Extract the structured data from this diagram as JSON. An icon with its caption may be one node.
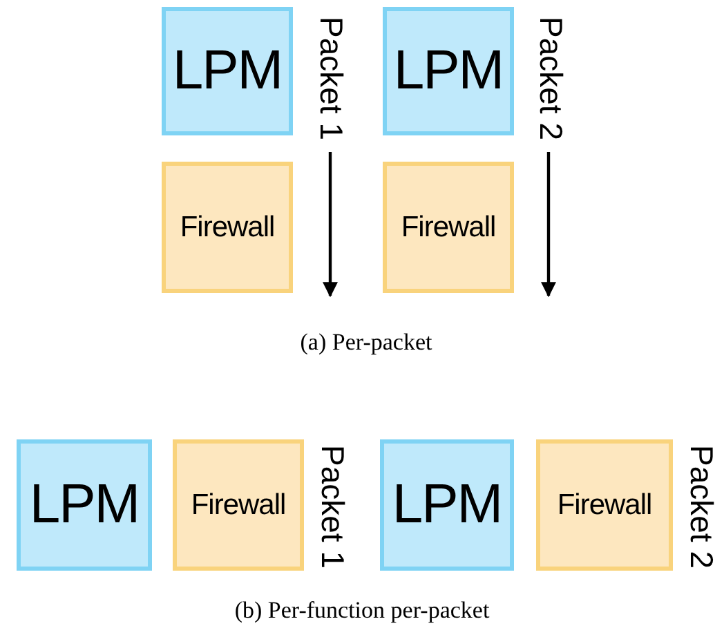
{
  "diagram": {
    "nodes": [
      {
        "text": [
          "LPM"
        ]
      },
      {
        "text": [
          "Firewall"
        ]
      },
      {
        "text": [
          "LPM"
        ]
      },
      {
        "text": [
          "Firewall"
        ]
      },
      {
        "text": [
          "LPM"
        ]
      },
      {
        "text": [
          "Firewall"
        ]
      },
      {
        "text": [
          "LPM"
        ]
      },
      {
        "text": [
          "Firewall"
        ]
      }
    ],
    "labels": [
      "Packet 1",
      "Packet 2",
      "(a) Per-packet",
      "Packet 1",
      "Packet 2",
      "(b) Per-function per-packet"
    ]
  }
}
